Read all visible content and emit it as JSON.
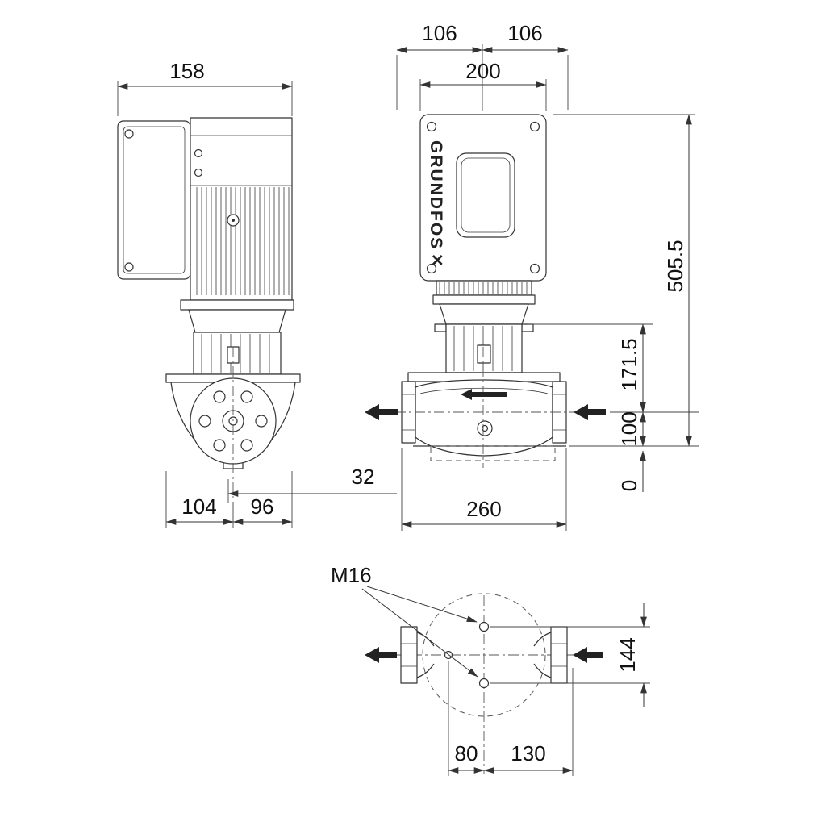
{
  "brand": {
    "logo_text": "GRUNDFOS",
    "logo_mark": "✕"
  },
  "side_view": {
    "dim_width_top": "158",
    "dim_foot_left": "104",
    "dim_foot_right": "96",
    "dim_port_offset": "32"
  },
  "front_view": {
    "dim_half_left": "106",
    "dim_half_right": "106",
    "dim_motor_width": "200",
    "dim_port_to_port": "260",
    "dim_height_total": "505.5",
    "dim_height_seal": "171.5",
    "dim_height_port": "100",
    "dim_height_base": "0"
  },
  "top_view": {
    "dim_thread": "M16",
    "dim_bolt_span": "144",
    "dim_offset_left": "80",
    "dim_offset_right": "130"
  }
}
